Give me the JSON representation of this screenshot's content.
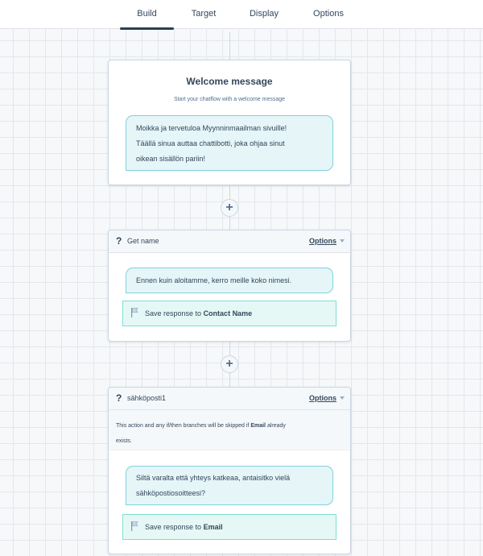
{
  "tabs": [
    {
      "label": "Build",
      "active": true
    },
    {
      "label": "Target",
      "active": false
    },
    {
      "label": "Display",
      "active": false
    },
    {
      "label": "Options",
      "active": false
    }
  ],
  "welcome": {
    "title": "Welcome message",
    "subtitle": "Start your chatflow with a welcome message",
    "message_lines": [
      "Moikka ja tervetuloa Myynninmaailman sivuille!",
      "Täällä sinua auttaa chattibotti, joka ohjaa sinut",
      "oikean sisällön pariin!"
    ]
  },
  "add_button_symbol": "+",
  "get_name": {
    "title": "Get name",
    "options_label": "Options",
    "question": "Ennen kuin aloitamme, kerro meille koko nimesi.",
    "save_prefix": "Save response to",
    "save_target": "Contact Name"
  },
  "email_step": {
    "title": "sähköposti1",
    "options_label": "Options",
    "notice_part1": "This action and any if/then branches will be skipped if",
    "notice_field": "Email",
    "notice_part2": "already",
    "notice_line2": "exists.",
    "question_lines": [
      "Siltä varalta että yhteys katkeaa, antaisitko vielä",
      "sähköpostiosoitteesi?"
    ],
    "save_prefix": "Save response to",
    "save_target": "Email"
  },
  "icons": {
    "question": "question-mark-icon",
    "flag": "flag-icon",
    "add": "plus-icon",
    "dropdown": "caret-down-icon"
  },
  "colors": {
    "accent_dark": "#2d3e50",
    "bubble_bg": "#e5f5f8",
    "bubble_border": "#7fd1de",
    "save_bg": "#e5f8f6",
    "save_border": "#7fded1",
    "text": "#33475b"
  }
}
